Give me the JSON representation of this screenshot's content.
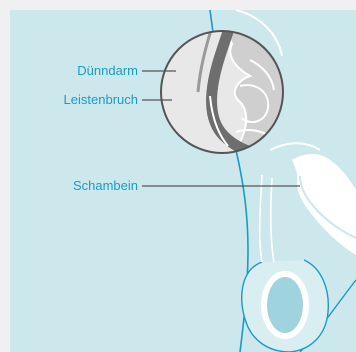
{
  "labels": {
    "duenndarm": "Dünndarm",
    "leistenbruch": "Leistenbruch",
    "schambein": "Schambein"
  },
  "colors": {
    "background": "#f0f0f0",
    "body": "#cde8ec",
    "outline": "#1a9ac9",
    "label_text": "#1a9ac9",
    "bone": "#ffffff",
    "intestine": "#cfcfcf",
    "hernia_wall": "#6e6e6e",
    "testis": "#9fd3de"
  }
}
